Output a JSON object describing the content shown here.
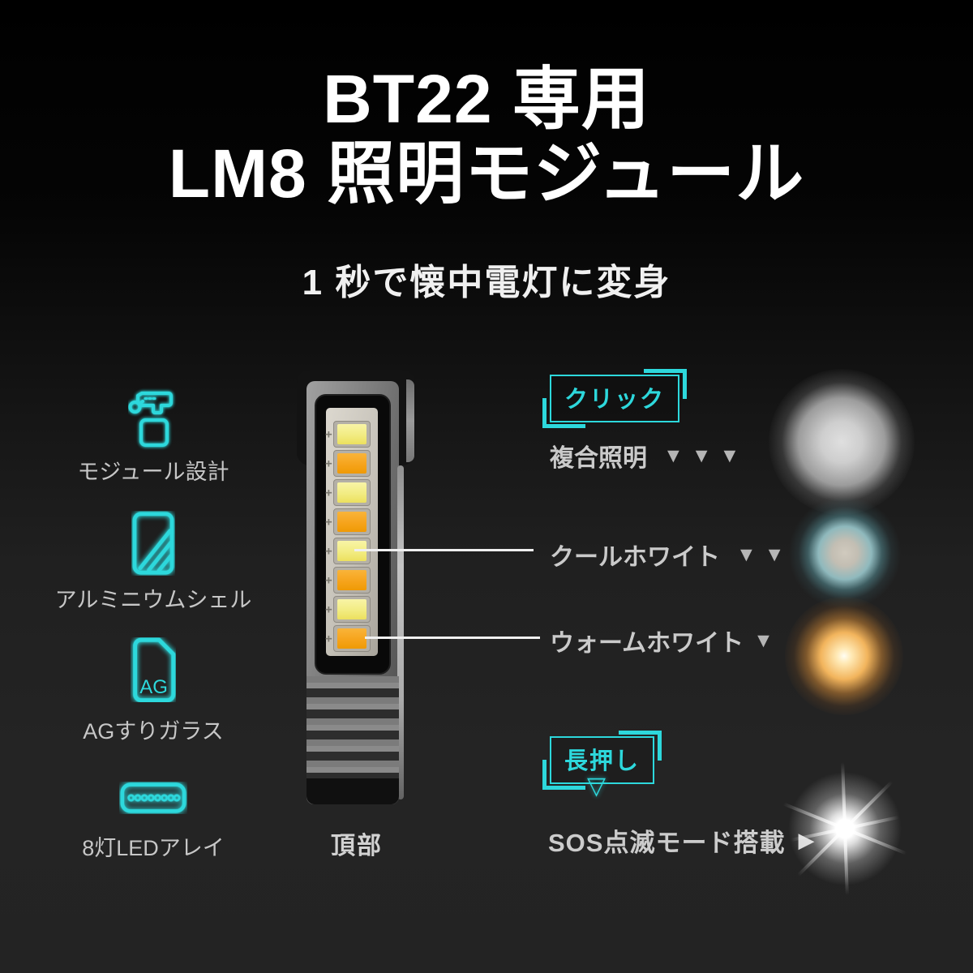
{
  "header": {
    "title_line1": "BT22 専用",
    "title_line2": "LM8 照明モジュール",
    "subtitle": "1 秒で懐中電灯に変身"
  },
  "features": [
    {
      "label": "モジュール設計"
    },
    {
      "label": "アルミニウムシェル"
    },
    {
      "label": "AGすりガラス",
      "icon_text": "AG"
    },
    {
      "label": "8灯LEDアレイ"
    }
  ],
  "product": {
    "caption": "頂部",
    "led_count": 8,
    "led_pattern": [
      "cool",
      "warm",
      "cool",
      "warm",
      "cool",
      "warm",
      "cool",
      "warm"
    ]
  },
  "annotations": {
    "click_button": "クリック",
    "composite_label": "複合照明",
    "composite_arrows": "▼▼▼",
    "cool_label": "クールホワイト",
    "cool_arrows": "▼▼",
    "warm_label": "ウォームホワイト",
    "warm_arrows": "▼",
    "long_press_button": "長押し",
    "down_triangle": "▽",
    "sos_label": "SOS点滅モード搭載",
    "sos_arrow": "▶"
  },
  "colors": {
    "accent": "#2dd8dc",
    "label_text": "#c7c7c7",
    "cool_led": "#f2ec82",
    "warm_led": "#f6a41c"
  }
}
